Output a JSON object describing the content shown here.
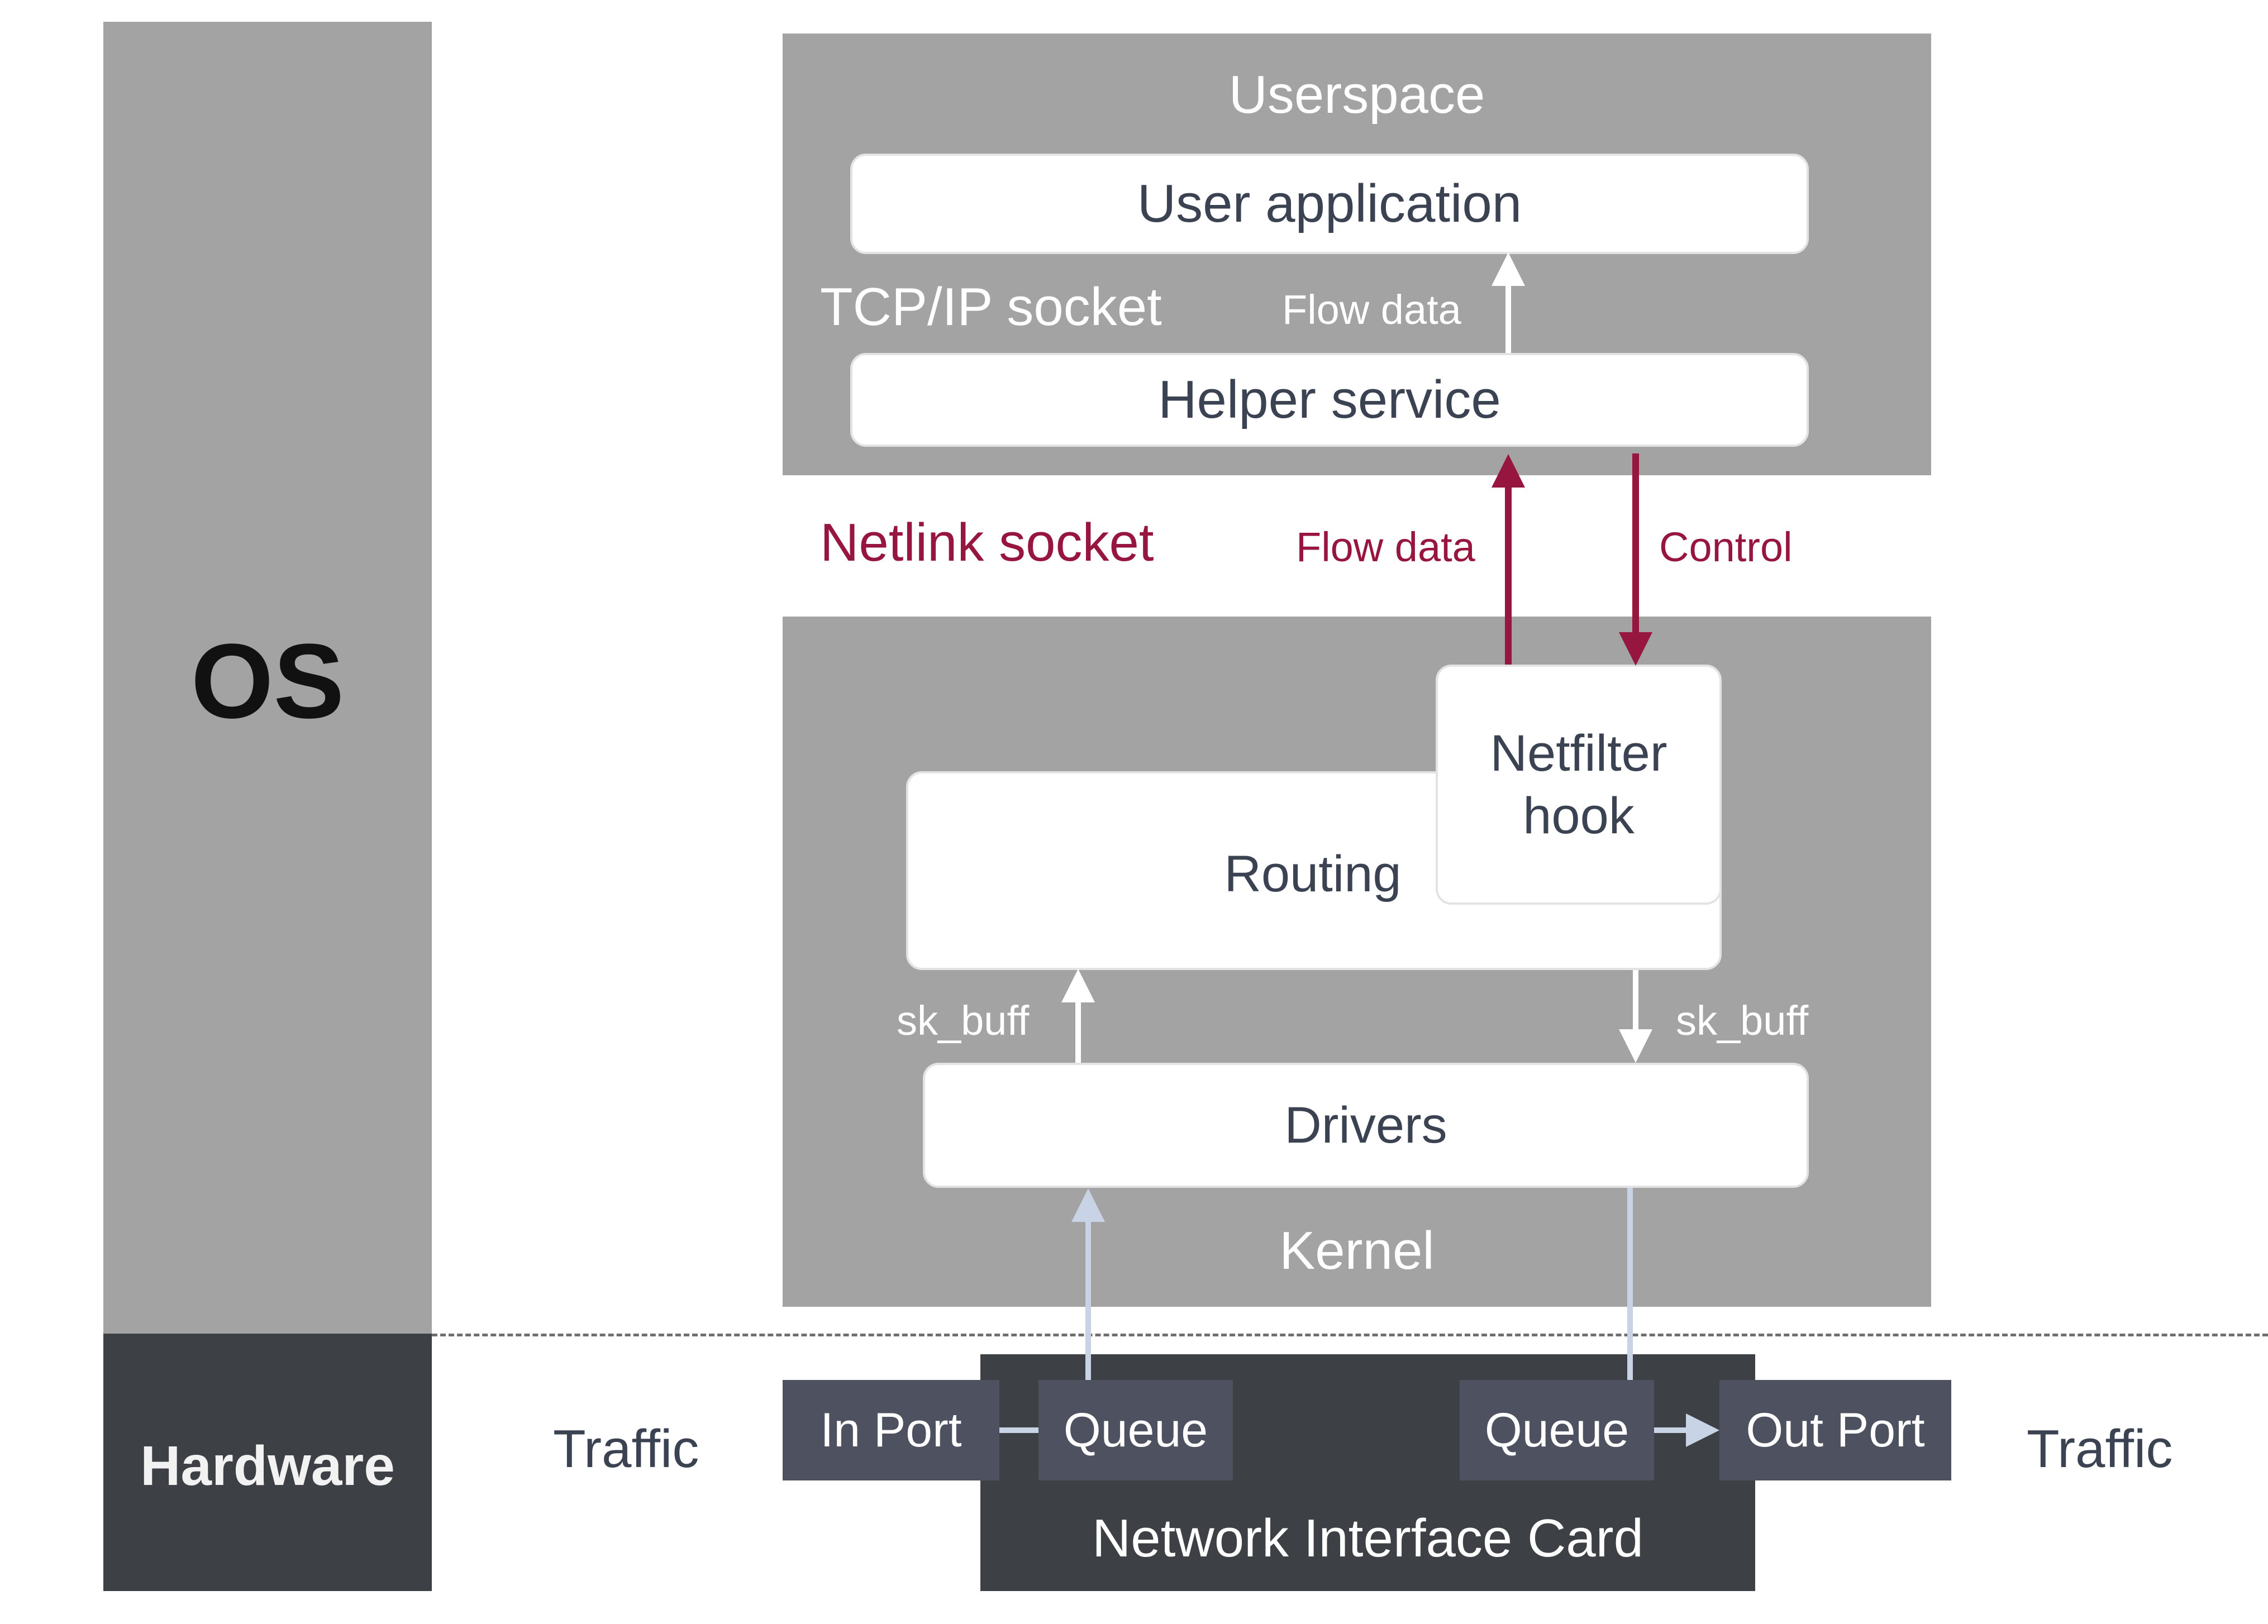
{
  "layers": {
    "os": "OS",
    "hardware": "Hardware"
  },
  "userspace": {
    "title": "Userspace",
    "user_application": "User application",
    "tcp_ip_socket": "TCP/IP socket",
    "flow_data": "Flow data",
    "helper_service": "Helper service"
  },
  "netlink": {
    "socket_label": "Netlink socket",
    "flow_data": "Flow data",
    "control": "Control"
  },
  "kernel": {
    "title": "Kernel",
    "netfilter_hook_line1": "Netfilter",
    "netfilter_hook_line2": "hook",
    "routing": "Routing",
    "sk_buff_left": "sk_buff",
    "sk_buff_right": "sk_buff",
    "drivers": "Drivers"
  },
  "hardware_section": {
    "traffic_left": "Traffic",
    "traffic_right": "Traffic",
    "in_port": "In Port",
    "queue_in": "Queue",
    "queue_out": "Queue",
    "out_port": "Out Port",
    "nic": "Network Interface Card"
  },
  "colors": {
    "panel_gray": "#a3a3a3",
    "hardware_dark": "#3d4044",
    "port_gray": "#4e5260",
    "netlink_red": "#96163f",
    "box_text": "#3b4352",
    "hardware_arrow": "#c9d3e6"
  }
}
